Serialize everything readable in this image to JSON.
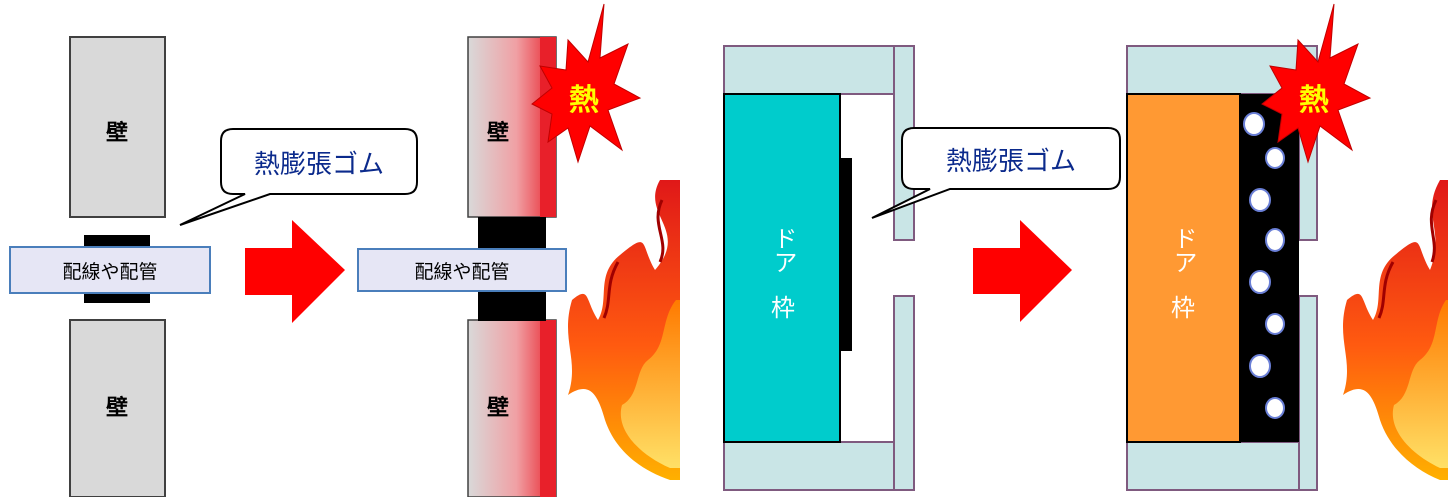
{
  "colors": {
    "wall_fill": "#d9d9d9",
    "wall_stroke": "#404040",
    "pipe_fill": "#e6e6f5",
    "pipe_stroke": "#4a7ebb",
    "rubber": "#000000",
    "arrow": "#ff0000",
    "heat_band": "#e8202a",
    "burst_fill": "#ff0000",
    "burst_text": "#ffff00",
    "frame_fill": "#c9e5e6",
    "frame_stroke": "#7f5a7f",
    "door_frame_cold": "#00cccc",
    "door_frame_hot": "#ff9933",
    "label_text": "#0b2a8c"
  },
  "panel1": {
    "wall_top_label": "壁",
    "wall_bottom_label": "壁",
    "pipe_label": "配線や配管",
    "callout_label": "熱膨張ゴム"
  },
  "panel2": {
    "wall_top_label": "壁",
    "wall_bottom_label": "壁",
    "pipe_label": "配線や配管",
    "heat_label": "熱"
  },
  "panel3": {
    "door_frame_label_line1": "ドア",
    "door_frame_label_line2": "枠",
    "callout_label": "熱膨張ゴム"
  },
  "panel4": {
    "door_frame_label_line1": "ドア",
    "door_frame_label_line2": "枠",
    "heat_label": "熱"
  },
  "icons": {
    "arrow": "right-arrow-icon",
    "flame": "flame-icon",
    "burst": "starburst-icon"
  }
}
